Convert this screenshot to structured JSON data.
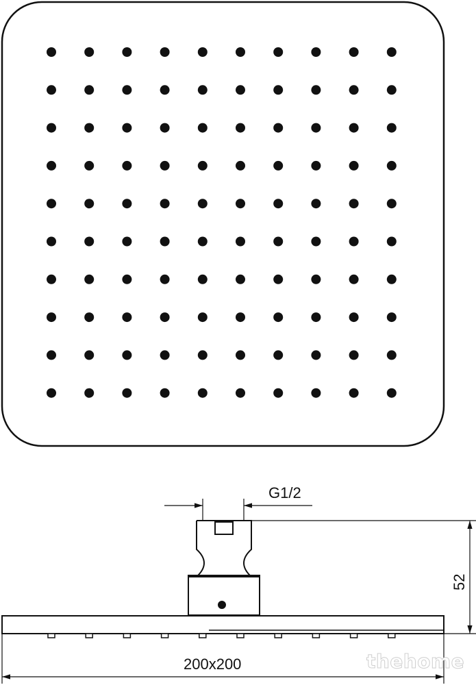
{
  "dimensions": {
    "connection_label": "G1/2",
    "height_label": "52",
    "width_label": "200x200"
  },
  "watermark": "thehome",
  "top_view": {
    "nozzle_grid": {
      "rows": 10,
      "columns": 10
    }
  },
  "colors": {
    "line": "#111111",
    "background": "#ffffff"
  }
}
